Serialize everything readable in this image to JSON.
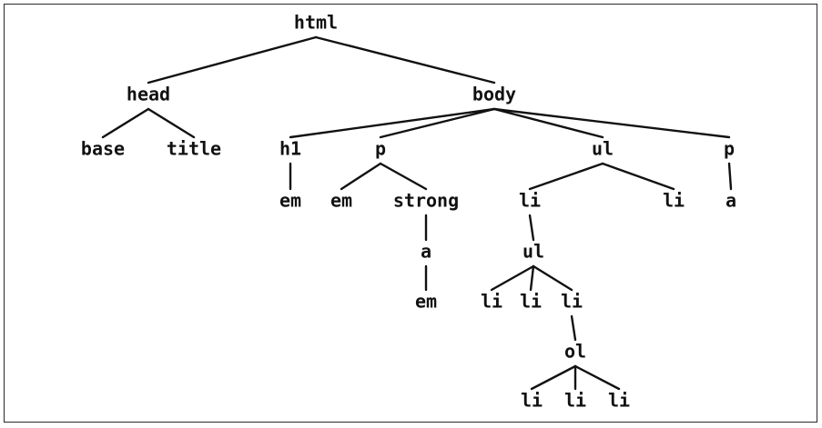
{
  "diagram": {
    "type": "tree",
    "nodes": [
      {
        "id": "n0",
        "label": "html"
      },
      {
        "id": "n1",
        "label": "head"
      },
      {
        "id": "n2",
        "label": "body"
      },
      {
        "id": "n3",
        "label": "base"
      },
      {
        "id": "n4",
        "label": "title"
      },
      {
        "id": "n5",
        "label": "h1"
      },
      {
        "id": "n6",
        "label": "p"
      },
      {
        "id": "n7",
        "label": "ul"
      },
      {
        "id": "n8",
        "label": "p"
      },
      {
        "id": "n9",
        "label": "em"
      },
      {
        "id": "n10",
        "label": "em"
      },
      {
        "id": "n11",
        "label": "strong"
      },
      {
        "id": "n12",
        "label": "li"
      },
      {
        "id": "n13",
        "label": "li"
      },
      {
        "id": "n14",
        "label": "a"
      },
      {
        "id": "n15",
        "label": "a"
      },
      {
        "id": "n16",
        "label": "ul"
      },
      {
        "id": "n17",
        "label": "em"
      },
      {
        "id": "n18",
        "label": "li"
      },
      {
        "id": "n19",
        "label": "li"
      },
      {
        "id": "n20",
        "label": "li"
      },
      {
        "id": "n21",
        "label": "ol"
      },
      {
        "id": "n22",
        "label": "li"
      },
      {
        "id": "n23",
        "label": "li"
      },
      {
        "id": "n24",
        "label": "li"
      }
    ],
    "edges": [
      [
        "n0",
        "n1"
      ],
      [
        "n0",
        "n2"
      ],
      [
        "n1",
        "n3"
      ],
      [
        "n1",
        "n4"
      ],
      [
        "n2",
        "n5"
      ],
      [
        "n2",
        "n6"
      ],
      [
        "n2",
        "n7"
      ],
      [
        "n2",
        "n8"
      ],
      [
        "n5",
        "n9"
      ],
      [
        "n6",
        "n10"
      ],
      [
        "n6",
        "n11"
      ],
      [
        "n11",
        "n15"
      ],
      [
        "n15",
        "n17"
      ],
      [
        "n7",
        "n12"
      ],
      [
        "n7",
        "n13"
      ],
      [
        "n8",
        "n14"
      ],
      [
        "n12",
        "n16"
      ],
      [
        "n16",
        "n18"
      ],
      [
        "n16",
        "n19"
      ],
      [
        "n16",
        "n20"
      ],
      [
        "n20",
        "n21"
      ],
      [
        "n21",
        "n22"
      ],
      [
        "n21",
        "n23"
      ],
      [
        "n21",
        "n24"
      ]
    ]
  }
}
